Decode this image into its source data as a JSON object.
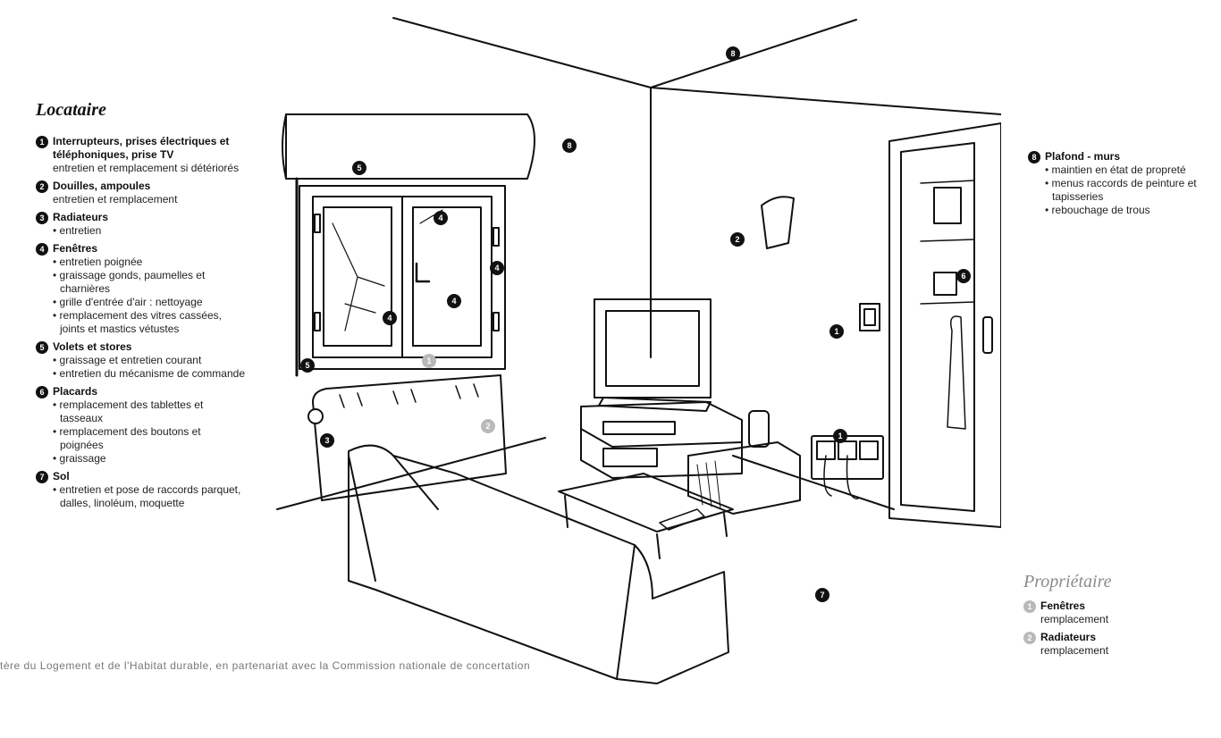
{
  "tenant": {
    "title": "Locataire",
    "items": [
      {
        "num": "1",
        "title": "Interrupteurs, prises électriques et téléphoniques, prise TV",
        "desc": "entretien et remplacement si détériorés",
        "bullets": []
      },
      {
        "num": "2",
        "title": "Douilles, ampoules",
        "desc": "entretien et remplacement",
        "bullets": []
      },
      {
        "num": "3",
        "title": "Radiateurs",
        "desc": "",
        "bullets": [
          "entretien"
        ]
      },
      {
        "num": "4",
        "title": "Fenêtres",
        "desc": "",
        "bullets": [
          "entretien poignée",
          "graissage gonds, paumelles et charnières",
          "grille d'entrée d'air : nettoyage",
          "remplacement des vitres cassées, joints et mastics vétustes"
        ]
      },
      {
        "num": "5",
        "title": "Volets et stores",
        "desc": "",
        "bullets": [
          "graissage et entretien courant",
          "entretien du mécanisme de commande"
        ]
      },
      {
        "num": "6",
        "title": "Placards",
        "desc": "",
        "bullets": [
          "remplacement des tablettes et tasseaux",
          "remplacement des boutons et poignées",
          "graissage"
        ]
      },
      {
        "num": "7",
        "title": "Sol",
        "desc": "",
        "bullets": [
          "entretien et pose de raccords parquet, dalles, linoléum, moquette"
        ]
      }
    ]
  },
  "ceiling": {
    "num": "8",
    "title": "Plafond - murs",
    "bullets": [
      "maintien en état de propreté",
      "menus raccords de peinture et tapisseries",
      "rebouchage de trous"
    ]
  },
  "owner": {
    "title": "Propriétaire",
    "items": [
      {
        "num": "1",
        "title": "Fenêtres",
        "desc": "remplacement"
      },
      {
        "num": "2",
        "title": "Radiateurs",
        "desc": "remplacement"
      }
    ]
  },
  "callouts": {
    "c8_ceiling": "8",
    "c8_wall": "8",
    "c5_shutter": "5",
    "c5_side": "5",
    "c4_a": "4",
    "c4_b": "4",
    "c4_c": "4",
    "c4_d": "4",
    "c1_owner": "1",
    "c2_owner": "2",
    "c3_radiator": "3",
    "c2_lamp": "2",
    "c1_wall": "1",
    "c1_socket": "1",
    "c6_closet": "6",
    "c7_floor": "7"
  },
  "footer": "tère du Logement et de l'Habitat durable, en partenariat avec la Commission nationale de concertation"
}
